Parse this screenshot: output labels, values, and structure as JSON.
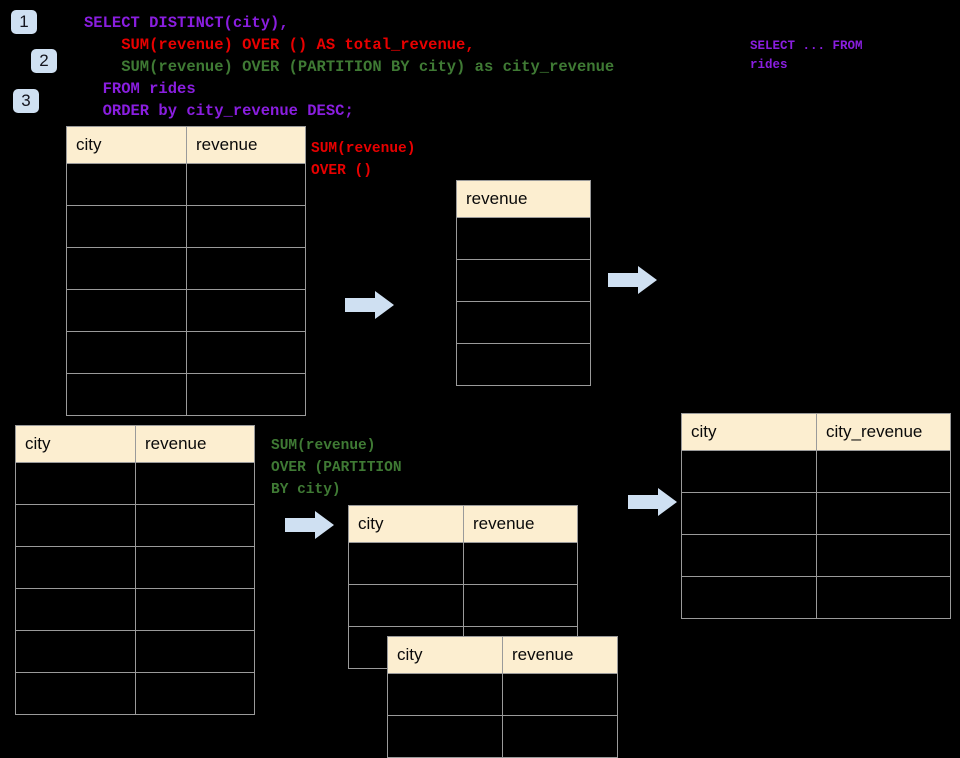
{
  "steps": [
    {
      "label": "1"
    },
    {
      "label": "2"
    },
    {
      "label": "3"
    }
  ],
  "sql": {
    "line1": "SELECT DISTINCT(city),",
    "line2": "    SUM(revenue) OVER () AS total_revenue,",
    "line3": "    SUM(revenue) OVER (PARTITION BY city) as city_revenue",
    "line4": "  FROM rides",
    "line5": "  ORDER by city_revenue DESC;"
  },
  "sidenote": "SELECT ... FROM\nrides",
  "annotations": {
    "over_empty": "SUM(revenue)\nOVER ()",
    "over_partition": "SUM(revenue)\nOVER (PARTITION\nBY city)"
  },
  "tables": {
    "source_top": {
      "headers": [
        "city",
        "revenue"
      ],
      "row_count": 6
    },
    "total_revenue": {
      "headers": [
        "revenue"
      ],
      "row_count": 4
    },
    "source_bottom": {
      "headers": [
        "city",
        "revenue"
      ],
      "row_count": 6
    },
    "partition_back": {
      "headers": [
        "city",
        "revenue"
      ],
      "row_count": 3
    },
    "partition_front": {
      "headers": [
        "city",
        "revenue"
      ],
      "row_count": 2
    },
    "result": {
      "headers": [
        "city",
        "city_revenue"
      ],
      "row_count": 4
    }
  },
  "colors": {
    "background": "#000000",
    "badge_fill": "#cfe0f2",
    "header_fill": "#fceed0",
    "grid_line": "#9a9a9a",
    "arrow_fill": "#cfe0f2",
    "sql_purple": "#8a1ee0",
    "sql_red": "#e80000",
    "sql_green": "#3f7a34"
  },
  "icons": {
    "arrow1": "right-arrow-icon",
    "arrow2": "right-arrow-icon",
    "arrow3": "right-arrow-icon",
    "arrow4": "right-arrow-icon"
  }
}
